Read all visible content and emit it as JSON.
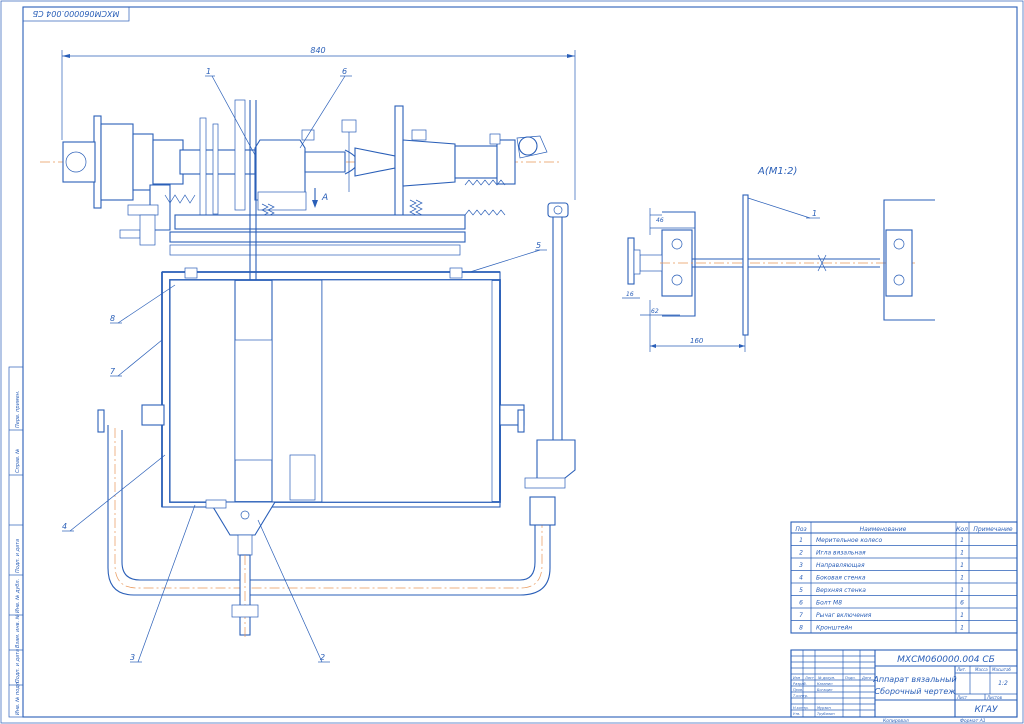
{
  "stamp_code": "МХСМ060000.004 СБ",
  "rotated_code": "МХСМ060000.004 СБ",
  "dimensions": {
    "overall_width": "840",
    "view_a_46": "46",
    "view_a_16": "16",
    "view_a_62": "62",
    "view_a_160": "160"
  },
  "view_label": "А",
  "view_title": "А(М1:2)",
  "leaders": [
    "1",
    "2",
    "3",
    "4",
    "5",
    "6",
    "7",
    "8"
  ],
  "view_a_leader": "1",
  "spec_table": {
    "headers": [
      "Поз",
      "Наименование",
      "Кол",
      "Примечание"
    ],
    "rows": [
      {
        "pos": "1",
        "name": "Мерительное колесо",
        "qty": "1",
        "note": ""
      },
      {
        "pos": "2",
        "name": "Игла вязальная",
        "qty": "1",
        "note": ""
      },
      {
        "pos": "3",
        "name": "Направляющая",
        "qty": "1",
        "note": ""
      },
      {
        "pos": "4",
        "name": "Боковая стенка",
        "qty": "1",
        "note": ""
      },
      {
        "pos": "5",
        "name": "Верхняя стенка",
        "qty": "1",
        "note": ""
      },
      {
        "pos": "6",
        "name": "Болт М8",
        "qty": "6",
        "note": ""
      },
      {
        "pos": "7",
        "name": "Рычаг включения",
        "qty": "1",
        "note": ""
      },
      {
        "pos": "8",
        "name": "Кронштейн",
        "qty": "1",
        "note": ""
      }
    ]
  },
  "title_block": {
    "name_line1": "Аппарат вязальный",
    "name_line2": "Сборочный чертеж",
    "lit_header": "Лит.",
    "mass_header": "Масса",
    "scale_header": "Масштаб",
    "scale": "1:2",
    "sheet": "Лист",
    "sheets": "Листов",
    "org": "КГАУ",
    "row_headers": [
      "Изм",
      "Лист",
      "№ докум.",
      "Подп.",
      "Дата"
    ],
    "roles": [
      "Разраб.",
      "Пров.",
      "Т.контр.",
      "",
      "Н.контр.",
      "Утв."
    ],
    "people": [
      "Казанин",
      "Богацин",
      "",
      "",
      "Мурзин",
      "Трубилин"
    ],
    "copied": "Копировал",
    "format": "Формат   А1"
  },
  "side_strip": [
    "Перв. примен.",
    "Справ. №",
    "Подп. и дата",
    "Инв. № дубл.",
    "Взам. инв. №",
    "Подп. и дата",
    "Инв. № подл."
  ]
}
